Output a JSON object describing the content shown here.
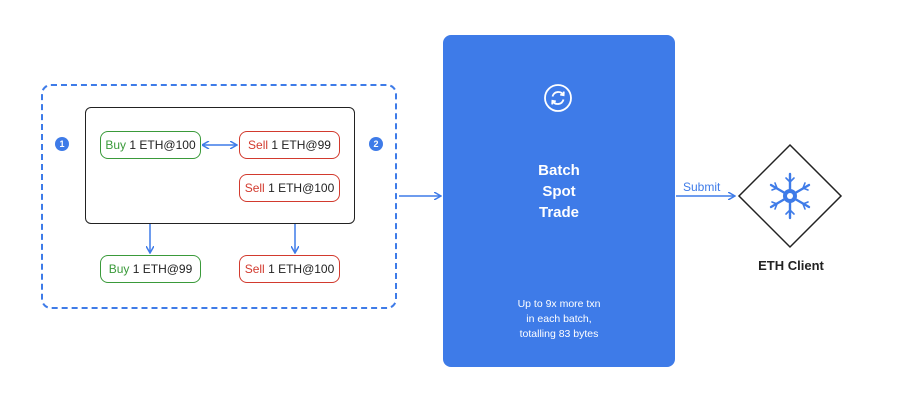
{
  "steps": {
    "one": "1",
    "two": "2"
  },
  "orders": {
    "top_buy": {
      "side": "Buy",
      "qty": "1 ETH",
      "price": "@100"
    },
    "top_sell": {
      "side": "Sell",
      "qty": "1 ETH",
      "price": "@99"
    },
    "mid_sell": {
      "side": "Sell",
      "qty": "1 ETH",
      "price": "@100"
    },
    "result_buy": {
      "side": "Buy",
      "qty": "1 ETH",
      "price": "@99"
    },
    "result_sell": {
      "side": "Sell",
      "qty": "1 ETH",
      "price": "@100"
    }
  },
  "batch": {
    "title_line1": "Batch",
    "title_line2": "Spot",
    "title_line3": "Trade",
    "desc_line1": "Up to 9x more txn",
    "desc_line2": "in each batch,",
    "desc_line3": "totalling 83 bytes",
    "icon": "refresh-cycle-icon"
  },
  "submit_label": "Submit",
  "eth_client": {
    "label": "ETH Client",
    "icon": "ethereum-client-logo"
  },
  "colors": {
    "accent_blue": "#3e7be8",
    "buy_green": "#3a9a3a",
    "sell_red": "#d23a2e",
    "text_dark": "#222222"
  }
}
